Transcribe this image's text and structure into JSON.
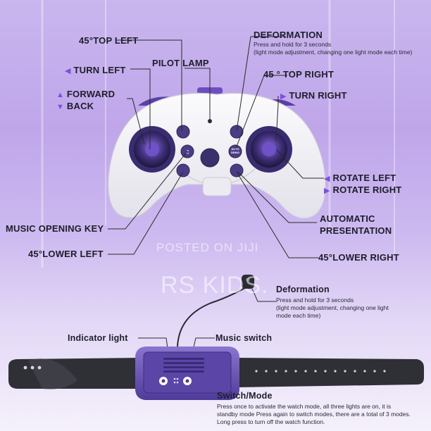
{
  "controller_labels": {
    "top_left_45": "45°TOP LEFT",
    "pilot_lamp": "PILOT LAMP",
    "deformation": "DEFORMATION",
    "deformation_desc_1": "Press and hold for 3 seconds",
    "deformation_desc_2": "(light mode adjustment, changing one light mode each time)",
    "turn_left": "TURN LEFT",
    "top_right_45": "45 ° TOP RIGHT",
    "forward": "FORWARD",
    "back": "BACK",
    "turn_right": "TURN RIGHT",
    "rotate_left": "ROTATE LEFT",
    "rotate_right": "ROTATE RIGHT",
    "automatic_1": "AUTOMATIC",
    "automatic_2": "PRESENTATION",
    "music_key": "MUSIC OPENING KEY",
    "lower_left_45": "45°LOWER LEFT",
    "lower_right_45": "45°LOWER RIGHT",
    "auto_button_text": "AUTO DEMO"
  },
  "watch_labels": {
    "deformation": "Deformation",
    "deformation_desc_1": "Press and hold for 3 seconds",
    "deformation_desc_2": "(light mode adjustment, changing one light",
    "deformation_desc_3": "mode each time)",
    "indicator": "Indicator light",
    "music_switch": "Music switch",
    "switch_mode": "Switch/Mode",
    "switch_desc_1": "Press once to activate the watch mode, all three lights are on, it is",
    "switch_desc_2": "standby mode Press again to switch modes, there are a total of 3 modes.",
    "switch_desc_3": "Long press to turn off the watch function."
  },
  "watermark": {
    "line1": "POSTED ON JIJI",
    "line2": "RS KIDS."
  },
  "icons": {
    "arrow_left": "triangle-left-icon",
    "arrow_right": "triangle-right-icon",
    "arrow_up": "triangle-up-icon",
    "arrow_down": "triangle-down-icon",
    "music_note": "music-note-icon",
    "power": "power-icon"
  },
  "colors": {
    "accent_purple": "#7b4fe0",
    "watch_purple": "#6b54b8",
    "controller_white": "#f4f3f8"
  }
}
